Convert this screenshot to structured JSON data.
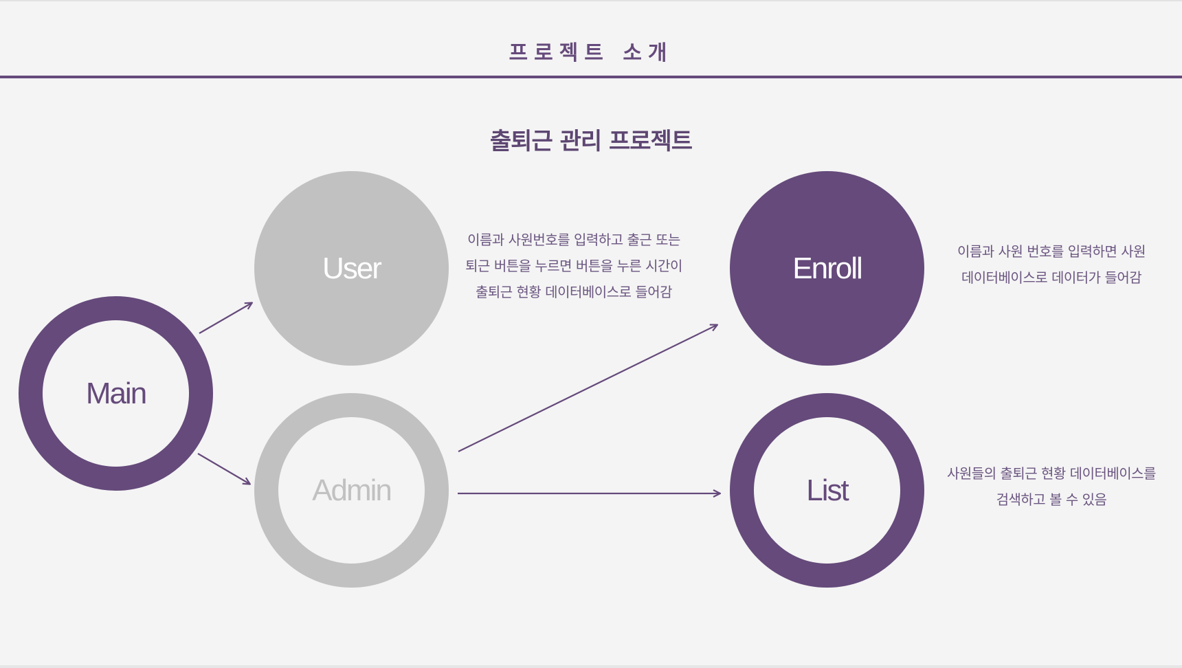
{
  "header": {
    "title": "프로젝트 소개"
  },
  "subtitle": "출퇴근 관리 프로젝트",
  "nodes": {
    "main": "Main",
    "user": "User",
    "admin": "Admin",
    "enroll": "Enroll",
    "list": "List"
  },
  "descriptions": {
    "user": [
      "이름과 사원번호를 입력하고 출근 또는",
      "퇴근 버튼을 누르면 버튼을 누른 시간이",
      "출퇴근 현황 데이터베이스로 들어감"
    ],
    "enroll": [
      "이름과 사원 번호를 입력하면 사원",
      "데이터베이스로 데이터가 들어감"
    ],
    "list": [
      "사원들의 출퇴근 현황 데이터베이스를",
      "검색하고 볼 수 있음"
    ]
  },
  "colors": {
    "accent": "#654a7b",
    "inactive": "#c1c1c1",
    "background": "#f4f4f4"
  }
}
